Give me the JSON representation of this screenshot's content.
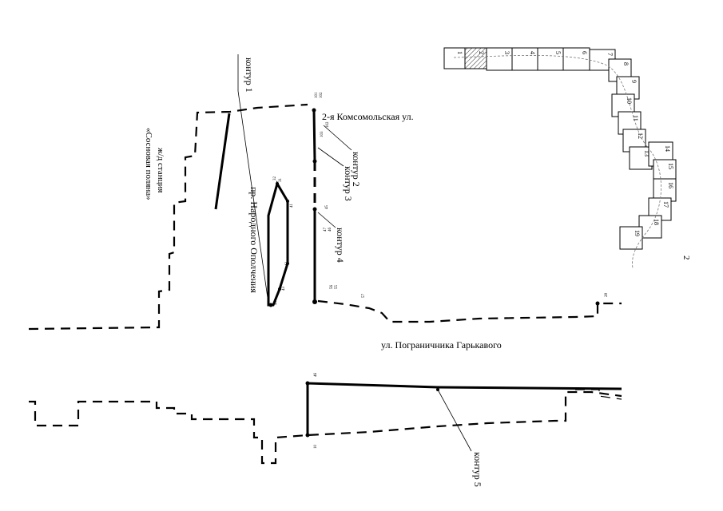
{
  "labels": {
    "kontur1": "контур 1",
    "kontur2": "контур 2",
    "kontur3": "контур 3",
    "kontur4": "контур 4",
    "kontur5": "контур 5",
    "station_line1": "ж/д станция",
    "station_line2": "«Сосновая поляна»",
    "street_komsomolskaya": "2-я Комсомольская ул.",
    "street_opolcheniya": "пр. Народного Ополчения",
    "street_garkavogo": "ул. Пограничника Гарькавого",
    "page_number": "2"
  },
  "tiles": [
    "1",
    "2",
    "3",
    "4",
    "5",
    "6",
    "7",
    "8",
    "9",
    "10",
    "11",
    "12",
    "13",
    "14",
    "15",
    "16",
    "17",
    "18",
    "19"
  ],
  "points": {
    "p_top_contour": "101",
    "p_top_contour2": "102",
    "p_kom1": "102",
    "p_kom2": "103",
    "p_left1": "31",
    "p_left2": "32",
    "p_left3": "41",
    "p_left4": "42",
    "p_left5": "43",
    "p_left6": "44",
    "p_mid1": "45",
    "p_mid2": "46",
    "p_mid3": "47",
    "p_bot1": "55",
    "p_bot2": "56",
    "p_bot3": "57",
    "p_right": "28",
    "p_k5a": "46",
    "p_k5b": "10"
  }
}
